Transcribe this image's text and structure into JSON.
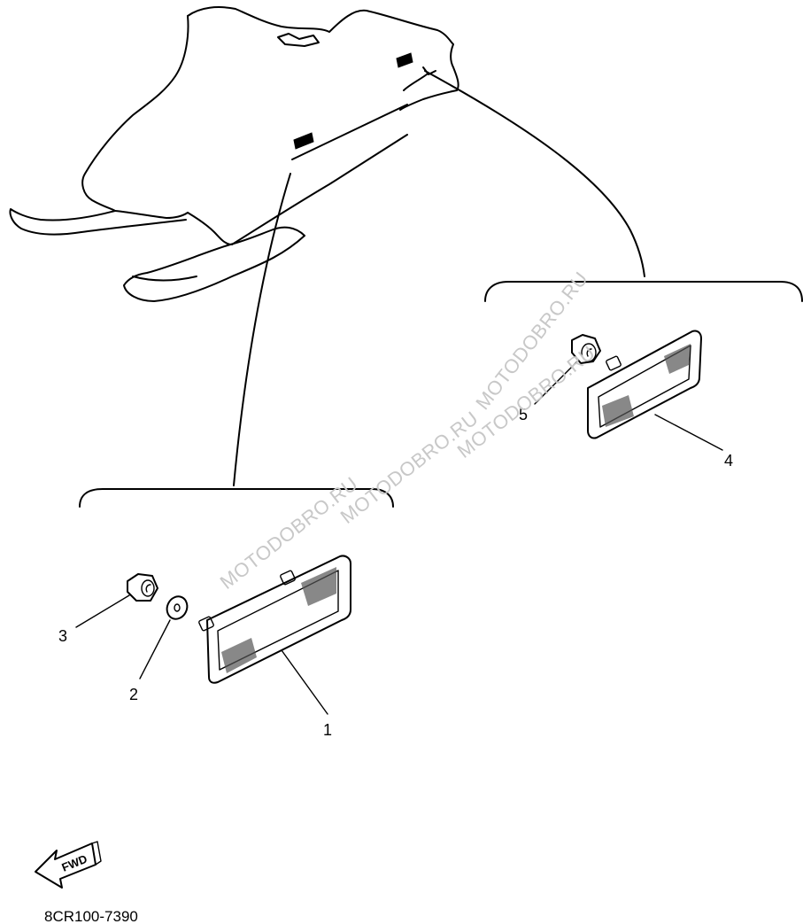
{
  "diagram": {
    "callouts": [
      {
        "id": "1",
        "label": "1"
      },
      {
        "id": "2",
        "label": "2"
      },
      {
        "id": "3",
        "label": "3"
      },
      {
        "id": "4",
        "label": "4"
      },
      {
        "id": "5",
        "label": "5"
      }
    ],
    "part_code": "8CR100-7390",
    "fwd_label": "FWD",
    "watermarks": [
      "MOTODOBRO.RU",
      "MOTODOBRO.RU",
      "MOTODOBRO.RU",
      "MOTODOBRO.RU"
    ]
  }
}
